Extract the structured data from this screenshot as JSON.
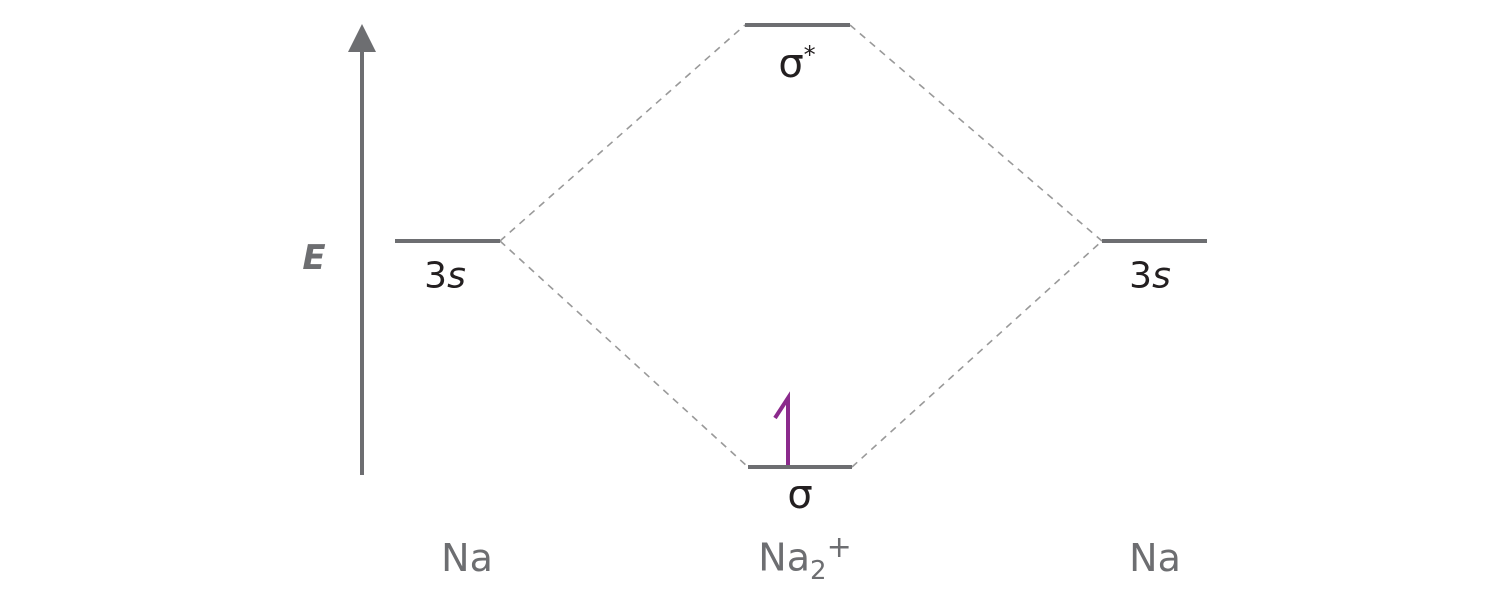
{
  "axis": {
    "label": "E"
  },
  "levels": {
    "left": {
      "label_num": "3",
      "label_orb": "s"
    },
    "right": {
      "label_num": "3",
      "label_orb": "s"
    },
    "antibonding": {
      "label": "σ",
      "sup": "*"
    },
    "bonding": {
      "label": "σ",
      "electrons": 1
    }
  },
  "columns": {
    "left": "Na",
    "middle": {
      "base": "Na",
      "sub": "2",
      "sup": "+"
    },
    "right": "Na"
  },
  "colors": {
    "line": "#6d6e71",
    "electron": "#8b2a8c",
    "dash": "#999999"
  }
}
